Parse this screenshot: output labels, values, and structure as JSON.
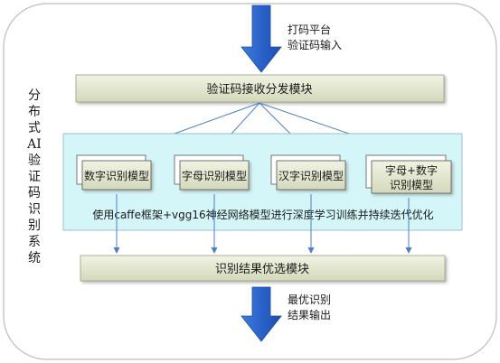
{
  "system_title_chars": [
    "分",
    "布",
    "式",
    "AI",
    "验",
    "证",
    "码",
    "识",
    "别",
    "系",
    "统"
  ],
  "input_label": {
    "line1": "打码平台",
    "line2": "验证码输入"
  },
  "receive_module": "验证码接收分发模块",
  "models": [
    {
      "lines": [
        "数字识别模型"
      ]
    },
    {
      "lines": [
        "字母识别模型"
      ]
    },
    {
      "lines": [
        "汉字识别模型"
      ]
    },
    {
      "lines": [
        "字母+数字",
        "识别模型"
      ]
    }
  ],
  "training_note": "使用caffe框架+vgg16神经网络模型进行深度学习训练并持续迭代优化",
  "result_module": "识别结果优选模块",
  "output_label": {
    "line1": "最优识别",
    "line2": "结果输出"
  },
  "colors": {
    "module_fill_top": "#eef1dc",
    "module_fill_bottom": "#d6dcc0",
    "cyan_panel": "#d4f6f8",
    "arrow_blue": "#2f6fd1",
    "connector_blue": "#4e7fc4"
  }
}
